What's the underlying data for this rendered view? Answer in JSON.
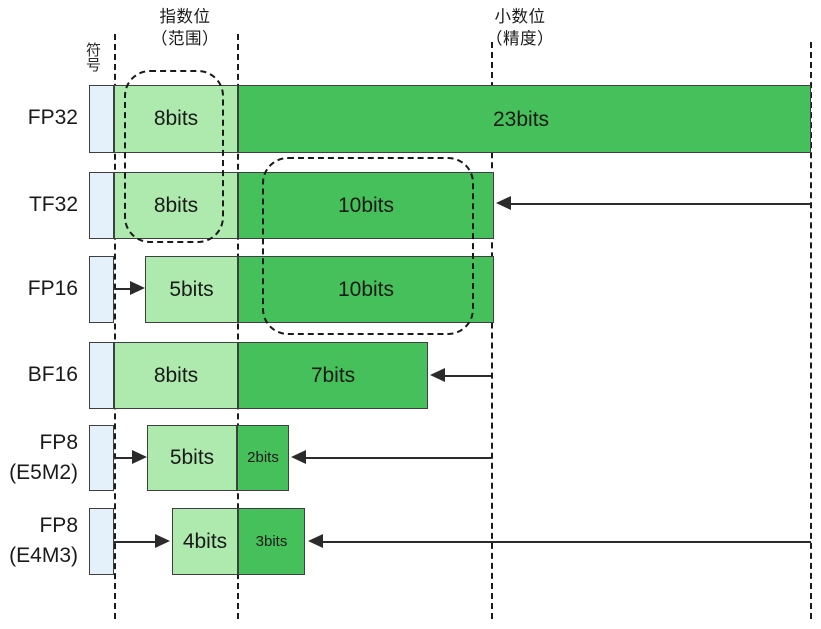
{
  "diagram": {
    "title_captions": {
      "sign": "符号",
      "exponent": "指数位\n（范围）",
      "mantissa": "小数位\n（精度）"
    },
    "colors": {
      "sign_fill": "#e4f1fb",
      "exponent_fill": "#aeeaae",
      "mantissa_fill": "#45c05a",
      "stroke": "#3f3f3f",
      "guide_line": "#1a1a1a"
    },
    "rows": [
      {
        "name": "FP32",
        "label": "FP32",
        "sign_label": "",
        "exponent_label": "8bits",
        "mantissa_label": "23bits"
      },
      {
        "name": "TF32",
        "label": "TF32",
        "sign_label": "",
        "exponent_label": "8bits",
        "mantissa_label": "10bits"
      },
      {
        "name": "FP16",
        "label": "FP16",
        "sign_label": "",
        "exponent_label": "5bits",
        "mantissa_label": "10bits"
      },
      {
        "name": "BF16",
        "label": "BF16",
        "sign_label": "",
        "exponent_label": "8bits",
        "mantissa_label": "7bits"
      },
      {
        "name": "FP8-E5M2",
        "label": "FP8\n(E5M2)",
        "sign_label": "",
        "exponent_label": "5bits",
        "mantissa_label": "2bits"
      },
      {
        "name": "FP8-E4M3",
        "label": "FP8\n(E4M3)",
        "sign_label": "",
        "exponent_label": "4bits",
        "mantissa_label": "3bits"
      }
    ]
  }
}
